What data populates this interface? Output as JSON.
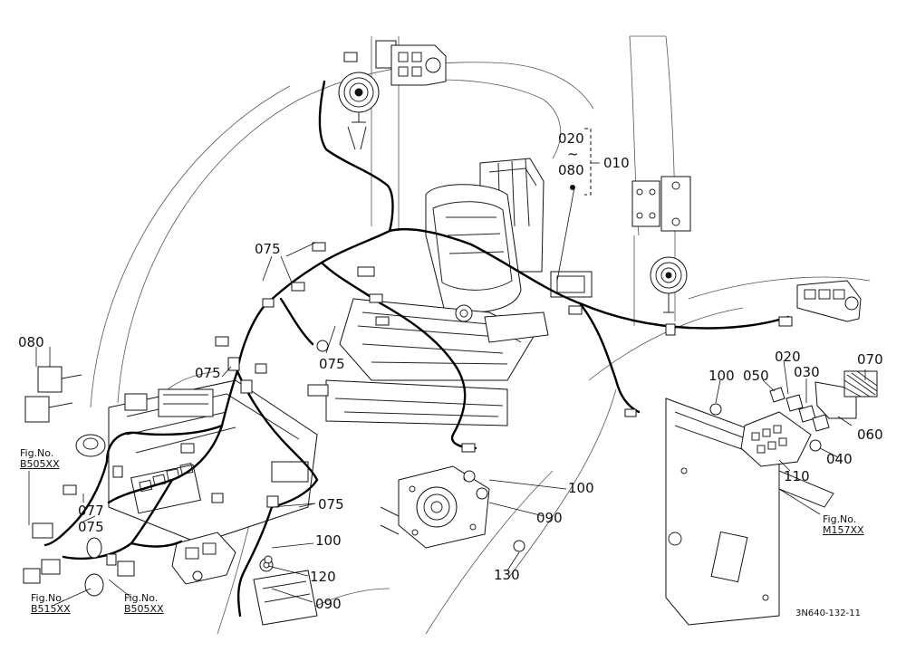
{
  "diagram": {
    "drawing_code": "3N640-132-11",
    "callouts": {
      "c010": "010",
      "c020_top": "020",
      "tilde": "~",
      "c080_top": "080",
      "c075_a": "075",
      "c075_b": "075",
      "c075_c": "075",
      "c075_d": "075",
      "c075_e": "075",
      "c077": "077",
      "c080_left": "080",
      "c100_a": "100",
      "c100_b": "100",
      "c100_c": "100",
      "c050": "050",
      "c020_right": "020",
      "c030": "030",
      "c070": "070",
      "c040": "040",
      "c060": "060",
      "c110": "110",
      "c090_a": "090",
      "c090_b": "090",
      "c120": "120",
      "c130": "130"
    },
    "figure_refs": {
      "fig_label": "Fig.No.",
      "ref_left_mid": "B505XX",
      "ref_bottom_left": "B515XX",
      "ref_bottom_mid": "B505XX",
      "ref_right": "M157XX"
    }
  }
}
